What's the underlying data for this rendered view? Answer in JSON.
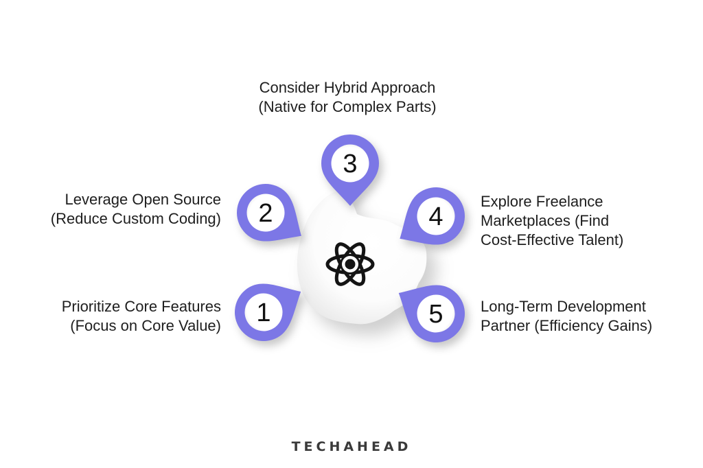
{
  "colors": {
    "accent": "#7c77e6",
    "label_text": "#1e1e1e",
    "number_text": "#111111",
    "brand_text": "#3a3a3a",
    "background": "#ffffff",
    "atom_icon": "#141414"
  },
  "center": {
    "icon_name": "react-atom-icon"
  },
  "steps": [
    {
      "number": "1",
      "lines": [
        "Prioritize Core Features",
        "(Focus on Core Value)"
      ]
    },
    {
      "number": "2",
      "lines": [
        "Leverage Open Source",
        "(Reduce Custom Coding)"
      ]
    },
    {
      "number": "3",
      "lines": [
        "Consider Hybrid Approach",
        "(Native for Complex Parts)"
      ]
    },
    {
      "number": "4",
      "lines": [
        "Explore Freelance",
        "Marketplaces (Find",
        "Cost-Effective Talent)"
      ]
    },
    {
      "number": "5",
      "lines": [
        "Long-Term Development",
        "Partner (Efficiency Gains)"
      ]
    }
  ],
  "brand": {
    "name": "TECHAHEAD"
  }
}
